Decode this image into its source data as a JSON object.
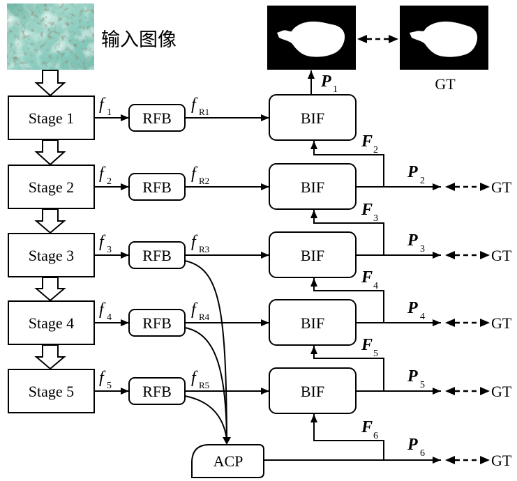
{
  "input": {
    "label": "输入图像"
  },
  "stages": [
    {
      "label": "Stage 1"
    },
    {
      "label": "Stage 2"
    },
    {
      "label": "Stage 3"
    },
    {
      "label": "Stage 4"
    },
    {
      "label": "Stage 5"
    }
  ],
  "stage_features": [
    {
      "main": "f",
      "sub": "1"
    },
    {
      "main": "f",
      "sub": "2"
    },
    {
      "main": "f",
      "sub": "3"
    },
    {
      "main": "f",
      "sub": "4"
    },
    {
      "main": "f",
      "sub": "5"
    }
  ],
  "rfb": [
    {
      "label": "RFB"
    },
    {
      "label": "RFB"
    },
    {
      "label": "RFB"
    },
    {
      "label": "RFB"
    },
    {
      "label": "RFB"
    }
  ],
  "rfb_features": [
    {
      "main": "f",
      "sub": "R1"
    },
    {
      "main": "f",
      "sub": "R2"
    },
    {
      "main": "f",
      "sub": "R3"
    },
    {
      "main": "f",
      "sub": "R4"
    },
    {
      "main": "f",
      "sub": "R5"
    }
  ],
  "bif": [
    {
      "label": "BIF"
    },
    {
      "label": "BIF"
    },
    {
      "label": "BIF"
    },
    {
      "label": "BIF"
    },
    {
      "label": "BIF"
    }
  ],
  "predictions": [
    {
      "main": "P",
      "sub": "1"
    },
    {
      "main": "P",
      "sub": "2"
    },
    {
      "main": "P",
      "sub": "3"
    },
    {
      "main": "P",
      "sub": "4"
    },
    {
      "main": "P",
      "sub": "5"
    },
    {
      "main": "P",
      "sub": "6"
    }
  ],
  "feedback": [
    {
      "main": "F",
      "sub": "2"
    },
    {
      "main": "F",
      "sub": "3"
    },
    {
      "main": "F",
      "sub": "4"
    },
    {
      "main": "F",
      "sub": "5"
    },
    {
      "main": "F",
      "sub": "6"
    }
  ],
  "acp": {
    "label": "ACP"
  },
  "gt": {
    "top": "GT",
    "rows": [
      "GT",
      "GT",
      "GT",
      "GT",
      "GT"
    ]
  },
  "colors": {
    "line": "#000000",
    "mask_background": "#000000",
    "mask_foreground": "#ffffff",
    "input_image_tint": "#86c9bd"
  }
}
